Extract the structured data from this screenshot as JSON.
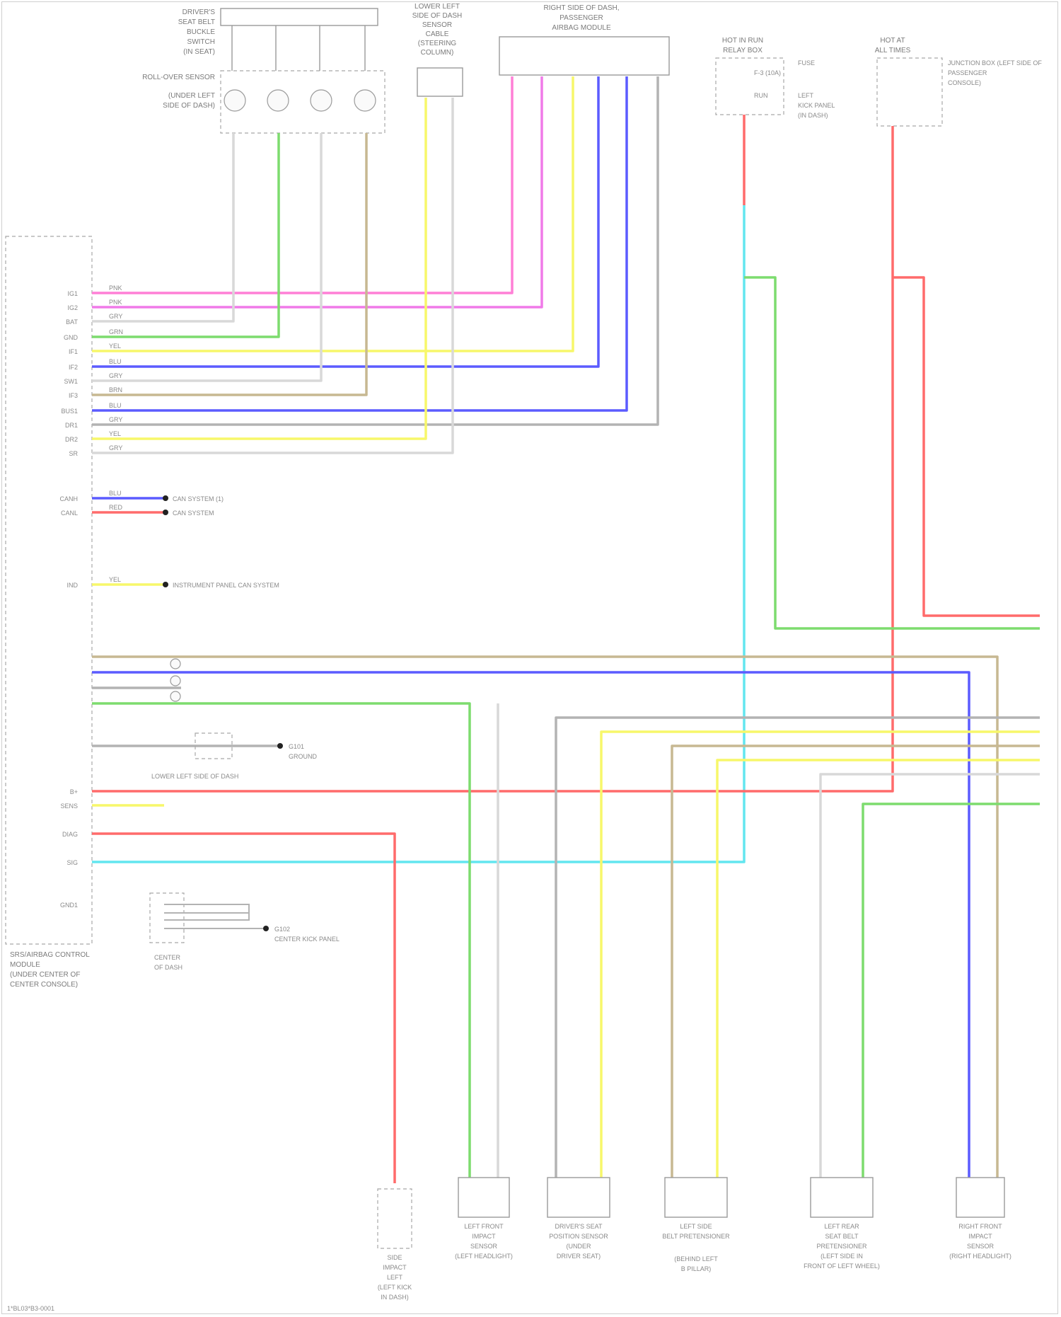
{
  "diagram": {
    "footer_code": "1*BL03*B3-0001",
    "modules": {
      "srs_control": [
        "SRS/AIRBAG CONTROL",
        "MODULE",
        "(UNDER CENTER OF",
        "CENTER CONSOLE)"
      ],
      "top_left_switch": [
        "DRIVER'S",
        "SEAT BELT",
        "BUCKLE",
        "SWITCH",
        "(IN SEAT)"
      ],
      "top_left_conn": [
        "ROLL-OVER SENSOR",
        "(UNDER LEFT",
        "SIDE OF DASH)"
      ],
      "occupant_sensor": [
        "LOWER LEFT",
        "SIDE OF DASH",
        "SENSOR",
        "CABLE",
        "(STEERING",
        "COLUMN)"
      ],
      "passenger_module": [
        "RIGHT SIDE OF DASH,",
        "PASSENGER",
        "AIRBAG MODULE"
      ],
      "hot_fuse": [
        "HOT IN RUN",
        "RELAY BOX"
      ],
      "hot_fuse_lines": [
        "FUSE",
        "F-3 (10A)",
        "RUN",
        "LEFT",
        "KICK PANEL",
        "(IN DASH)"
      ],
      "right_fuse": [
        "HOT AT",
        "ALL TIMES"
      ],
      "right_fuse_lines": [
        "JUNCTION BOX (LEFT SIDE OF",
        "PASSENGER",
        "CONSOLE)"
      ]
    },
    "ecu_pins": [
      {
        "label": "IG1",
        "wire": "PNK"
      },
      {
        "label": "IG2",
        "wire": "PNK"
      },
      {
        "label": "BAT",
        "wire": "GRY"
      },
      {
        "label": "GND",
        "wire": "GRN"
      },
      {
        "label": "IF1",
        "wire": "YEL"
      },
      {
        "label": "IF2",
        "wire": "BLU"
      },
      {
        "label": "SW1",
        "wire": "GRY"
      },
      {
        "label": "IF3",
        "wire": "BRN"
      },
      {
        "label": "BUS1",
        "wire": "BLU"
      },
      {
        "label": "DR1",
        "wire": "GRY"
      },
      {
        "label": "DR2",
        "wire": "YEL"
      },
      {
        "label": "SR",
        "wire": "GRY"
      }
    ],
    "can_lines": [
      {
        "pin": "CANH",
        "wire": "BLU",
        "dest": "CAN SYSTEM (1)"
      },
      {
        "pin": "CANL",
        "wire": "RED",
        "dest": "CAN SYSTEM"
      }
    ],
    "warning_line": {
      "pin": "IND",
      "wire": "YEL",
      "dest": "INSTRUMENT PANEL CAN SYSTEM"
    },
    "ground_labels": [
      "G101",
      "LOWER LEFT SIDE OF DASH",
      "GROUND",
      "CENTER KICK PANEL",
      "G102",
      "CENTER",
      "OF DASH"
    ],
    "lower_pins": [
      "B+",
      "SENS",
      "DIAG",
      "SIG",
      "GND1"
    ],
    "bottom_components": [
      [
        "SIDE",
        "IMPACT",
        "LEFT",
        "(LEFT KICK",
        "IN DASH)"
      ],
      [
        "LEFT FRONT",
        "IMPACT",
        "SENSOR",
        "(LEFT HEADLIGHT)"
      ],
      [
        "DRIVER'S SEAT",
        "POSITION SENSOR",
        "(UNDER",
        "DRIVER SEAT)"
      ],
      [
        "LEFT SIDE",
        "BELT PRETENSIONER",
        "",
        "(BEHIND LEFT",
        "B PILLAR)"
      ],
      [
        "LEFT REAR",
        "SEAT BELT",
        "PRETENSIONER",
        "(LEFT SIDE IN",
        "FRONT OF LEFT WHEEL)"
      ],
      [
        "RIGHT FRONT",
        "IMPACT",
        "SENSOR",
        "(RIGHT HEADLIGHT)"
      ]
    ],
    "wire_colors": {
      "red": "#ff6b6b",
      "pink": "#ff7fd6",
      "magenta": "#f07ae8",
      "yellow": "#f7f76a",
      "blue": "#5b5bff",
      "green": "#7ddc6e",
      "cyan": "#62e6ef",
      "gray": "#b3b3b3",
      "brown": "#c7b892",
      "lightgray": "#d8d8d8"
    }
  }
}
